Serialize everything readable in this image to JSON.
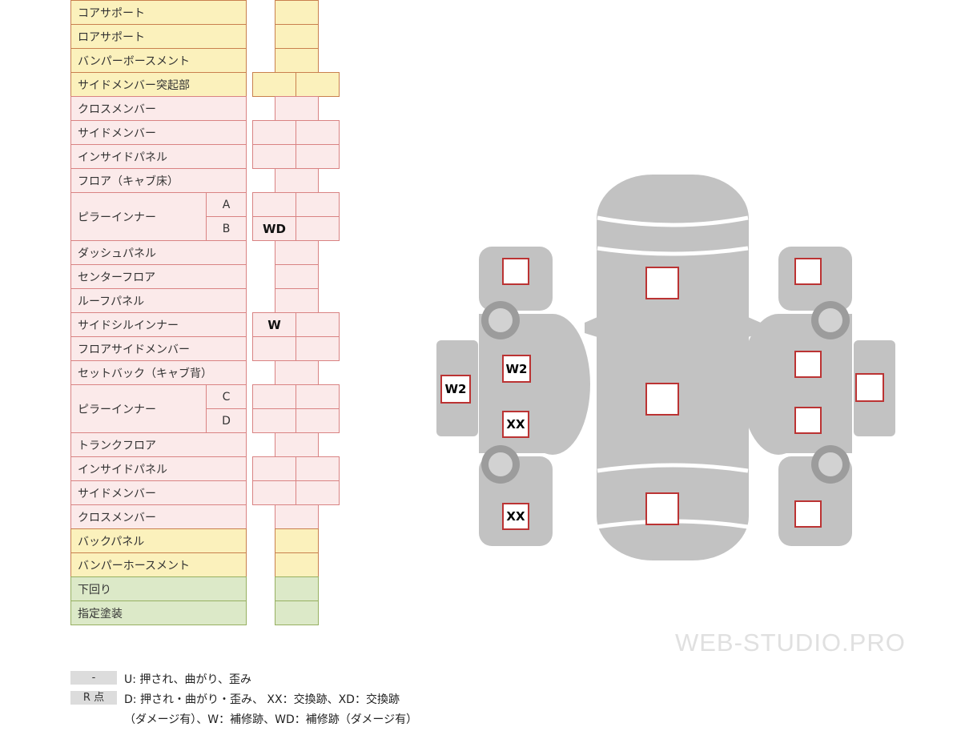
{
  "table": {
    "rows": [
      {
        "label": "コアサポート",
        "section": "front"
      },
      {
        "label": "ロアサポート",
        "section": "front"
      },
      {
        "label": "バンパーボースメント",
        "section": "front"
      },
      {
        "label": "サイドメンバー突起部",
        "section": "front"
      },
      {
        "label": "クロスメンバー",
        "section": "body"
      },
      {
        "label": "サイドメンバー",
        "section": "body"
      },
      {
        "label": "インサイドパネル",
        "section": "body"
      },
      {
        "label": "フロア（キャブ床）",
        "section": "body"
      },
      {
        "label": "ピラーインナー",
        "subA": "A",
        "subB": "B",
        "valueB1": "WD",
        "valueB2": "",
        "valueA1": "",
        "valueA2": ""
      },
      {
        "label": "ダッシュパネル",
        "section": "body"
      },
      {
        "label": "センターフロア",
        "section": "body"
      },
      {
        "label": "ルーフパネル",
        "section": "body"
      },
      {
        "label": "サイドシルインナー",
        "value1": "W",
        "value2": ""
      },
      {
        "label": "フロアサイドメンバー",
        "section": "body"
      },
      {
        "label": "セットバック（キャブ背）",
        "section": "body"
      },
      {
        "label": "ピラーインナー",
        "subA": "C",
        "subB": "D",
        "valueA1": "",
        "valueA2": "",
        "valueB1": "",
        "valueB2": ""
      },
      {
        "label": "トランクフロア",
        "section": "body"
      },
      {
        "label": "インサイドパネル",
        "section": "rear"
      },
      {
        "label": "サイドメンバー",
        "section": "rear"
      },
      {
        "label": "クロスメンバー",
        "section": "rear"
      },
      {
        "label": "バックパネル",
        "section": "rear"
      },
      {
        "label": "バンパーホースメント",
        "section": "rear"
      },
      {
        "label": "下回り",
        "section": "under"
      },
      {
        "label": "指定塗装",
        "section": "paint"
      }
    ]
  },
  "legend": {
    "rows": [
      {
        "key": "-",
        "text": "U: 押され、曲がり、歪み"
      },
      {
        "key": "R 点",
        "text": "D: 押され・曲がり・歪み、 XX：交換跡、XD：交換跡"
      },
      {
        "key": "",
        "text": "（ダメージ有）、W：補修跡、WD：補修跡（ダメージ有）"
      }
    ]
  },
  "diagram": {
    "markers": [
      {
        "id": "left-rail-front",
        "label": ""
      },
      {
        "id": "left-rail-w2",
        "label": "W2"
      },
      {
        "id": "left-rail-xx-1",
        "label": "XX"
      },
      {
        "id": "left-rail-xx-2",
        "label": "XX"
      },
      {
        "id": "left-sill-w2",
        "label": "W2"
      },
      {
        "id": "center-front",
        "label": ""
      },
      {
        "id": "center-middle",
        "label": ""
      },
      {
        "id": "center-rear",
        "label": ""
      },
      {
        "id": "right-rail-1",
        "label": ""
      },
      {
        "id": "right-rail-2",
        "label": ""
      },
      {
        "id": "right-rail-3",
        "label": ""
      },
      {
        "id": "right-rail-4",
        "label": ""
      },
      {
        "id": "right-sill",
        "label": ""
      }
    ]
  },
  "watermark": "WEB-STUDIO.PRO",
  "colors": {
    "yellow_fill": "#FBF1BC",
    "yellow_border": "#C9804E",
    "pink_fill": "#FBEAEA",
    "pink_border": "#D98383",
    "green_fill": "#DCE9C8",
    "green_border": "#97B061",
    "marker_border": "#BB3333",
    "diagram_gray": "#C2C2C2"
  }
}
